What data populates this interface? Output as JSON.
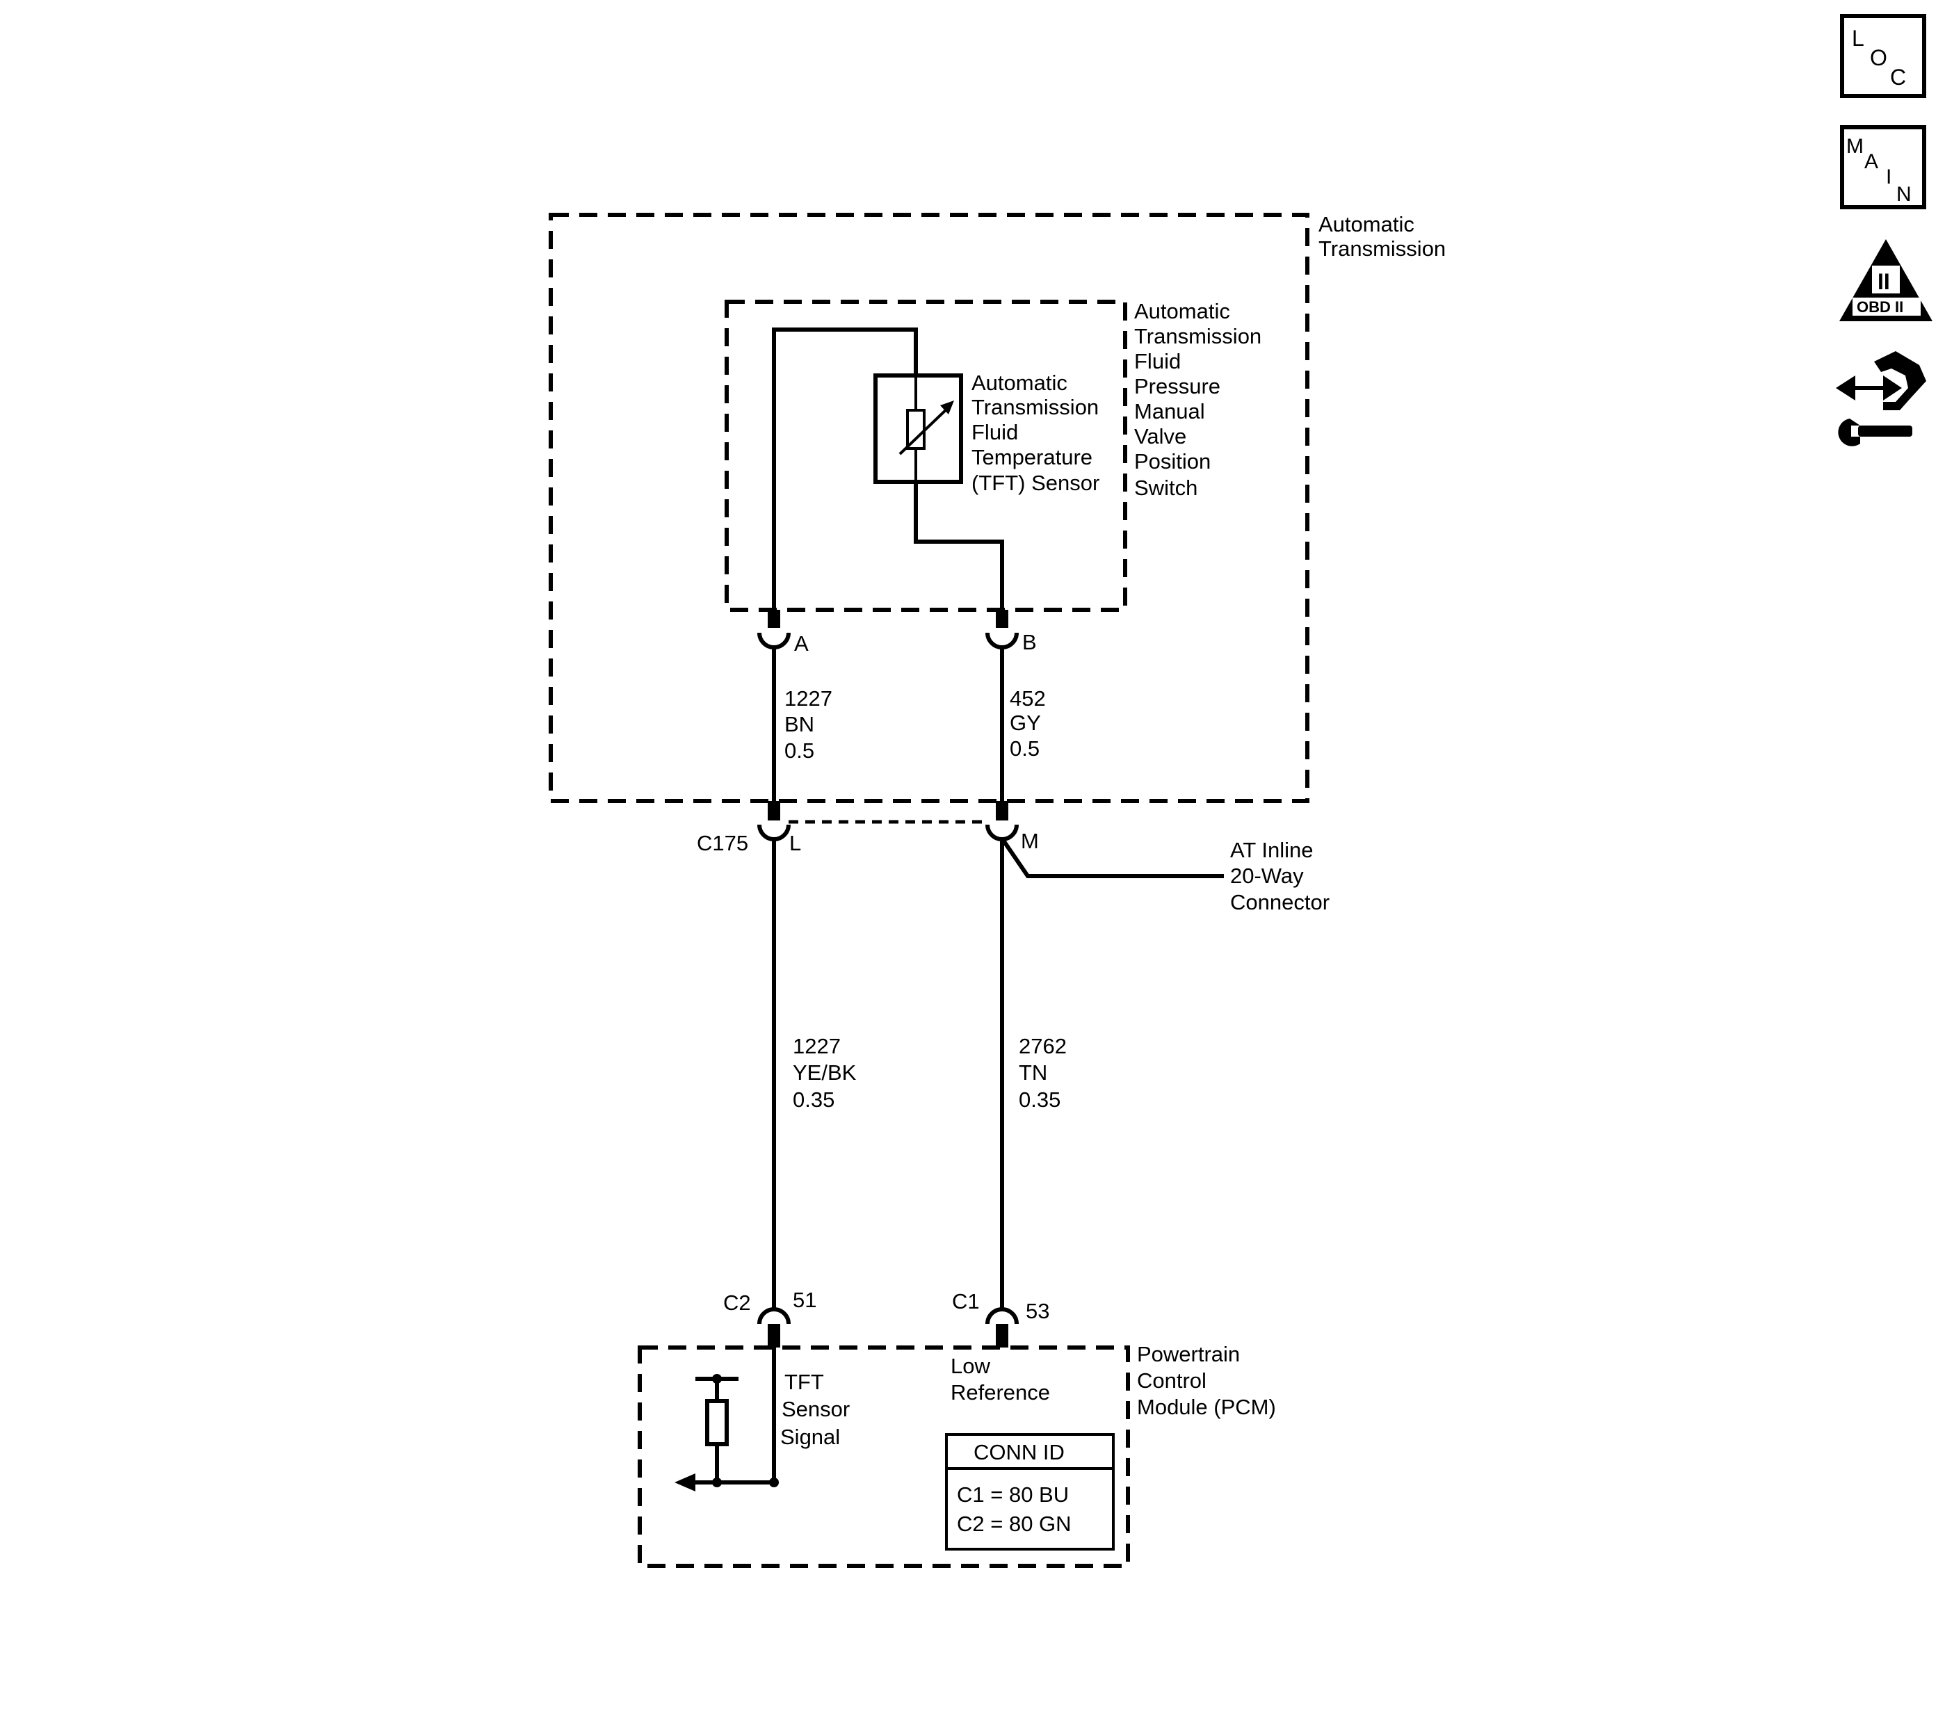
{
  "nav_icons": {
    "loc": [
      "L",
      "O",
      "C"
    ],
    "main": [
      "M",
      "A",
      "I",
      "N"
    ],
    "obd": {
      "numeral": "II",
      "label": "OBD II"
    },
    "tools_icon": "hand-wrench-icon"
  },
  "components": {
    "automatic_transmission": [
      "Automatic",
      "Transmission"
    ],
    "pressure_switch": [
      "Automatic",
      "Transmission",
      "Fluid",
      "Pressure",
      "Manual",
      "Valve",
      "Position",
      "Switch"
    ],
    "tft_sensor": [
      "Automatic",
      "Transmission",
      "Fluid",
      "Temperature",
      "(TFT) Sensor"
    ],
    "inline_connector": [
      "AT Inline",
      "20-Way",
      "Connector"
    ],
    "pcm": [
      "Powertrain",
      "Control",
      "Module (PCM)"
    ]
  },
  "pins": {
    "a": "A",
    "b": "B",
    "l": "L",
    "m": "M",
    "pcm_51": "51",
    "pcm_53": "53"
  },
  "connectors": {
    "c175": "C175",
    "c2": "C2",
    "c1": "C1"
  },
  "wires": {
    "upper_left": [
      "1227",
      "BN",
      "0.5"
    ],
    "upper_right": [
      "452",
      "GY",
      "0.5"
    ],
    "lower_left": [
      "1227",
      "YE/BK",
      "0.35"
    ],
    "lower_right": [
      "2762",
      "TN",
      "0.35"
    ]
  },
  "pcm_circuits": {
    "tft_signal": [
      "TFT",
      "Sensor",
      "Signal"
    ],
    "low_reference": [
      "Low",
      "Reference"
    ]
  },
  "conn_id": {
    "title": "CONN ID",
    "c1": "C1  =  80 BU",
    "c2": "C2  =  80 GN"
  }
}
